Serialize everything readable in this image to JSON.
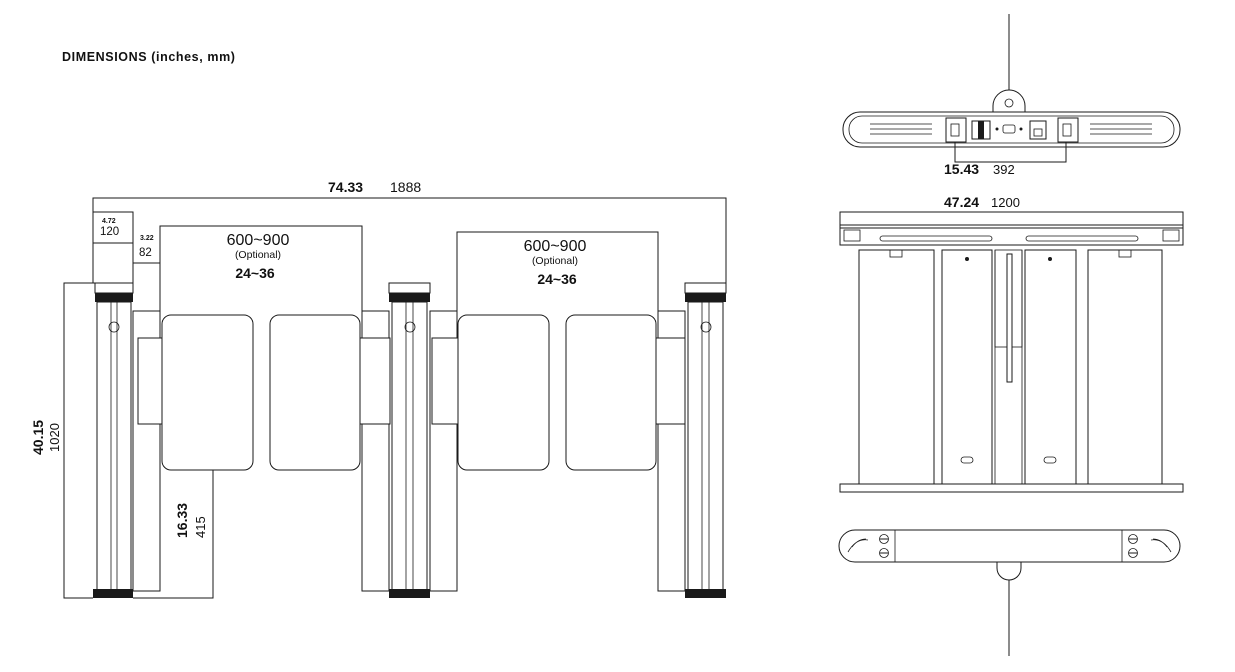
{
  "title": "DIMENSIONS (inches, mm)",
  "front_view": {
    "overall_width": {
      "in": "74.33",
      "mm": "1888"
    },
    "cabinet_width": {
      "in": "4.72",
      "mm": "120"
    },
    "cabinet_offset": {
      "in": "3.22",
      "mm": "82"
    },
    "lane_left": {
      "mm": "600~900",
      "note": "(Optional)",
      "in": "24~36"
    },
    "lane_right": {
      "mm": "600~900",
      "note": "(Optional)",
      "in": "24~36"
    },
    "height": {
      "in": "40.15",
      "mm": "1020"
    },
    "panel_height": {
      "in": "16.33",
      "mm": "415"
    }
  },
  "top_view": {
    "spacing": {
      "in": "15.43",
      "mm": "392"
    }
  },
  "side_view": {
    "length": {
      "in": "47.24",
      "mm": "1200"
    }
  }
}
